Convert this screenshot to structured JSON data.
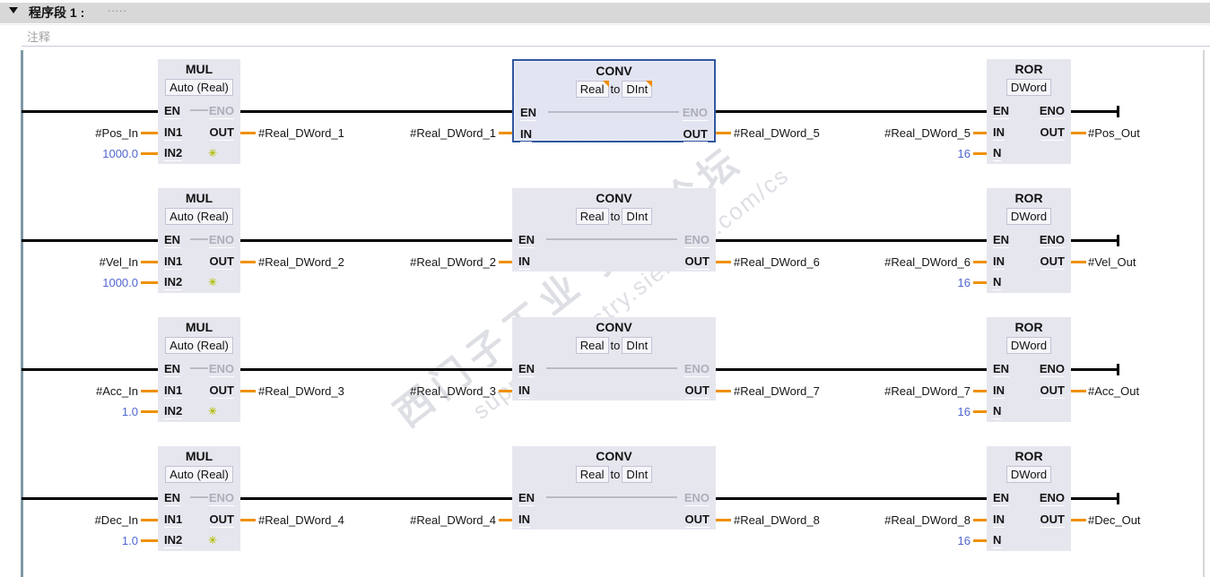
{
  "header": {
    "collapse_icon": "triangle-down",
    "title": "程序段 1 :",
    "title_placeholder": ".....",
    "comment": "注释"
  },
  "icons": {
    "add_input": "✳"
  },
  "blocks": {
    "mul": {
      "title": "MUL",
      "subtitle": "Auto (Real)",
      "pins": {
        "en": "EN",
        "eno": "ENO",
        "in1": "IN1",
        "in2": "IN2",
        "out": "OUT"
      }
    },
    "conv": {
      "title": "CONV",
      "type_from": "Real",
      "type_sep": "to",
      "type_to": "DInt",
      "pins": {
        "en": "EN",
        "eno": "ENO",
        "in": "IN",
        "out": "OUT"
      }
    },
    "ror": {
      "title": "ROR",
      "subtitle": "DWord",
      "pins": {
        "en": "EN",
        "eno": "ENO",
        "in": "IN",
        "out": "OUT",
        "n": "N"
      }
    }
  },
  "rows": [
    {
      "in1": "#Pos_In",
      "in2": "1000.0",
      "mul_out": "#Real_DWord_1",
      "conv_in": "#Real_DWord_1",
      "conv_out": "#Real_DWord_5",
      "ror_in": "#Real_DWord_5",
      "n": "16",
      "ror_out": "#Pos_Out",
      "conv_selected": true
    },
    {
      "in1": "#Vel_In",
      "in2": "1000.0",
      "mul_out": "#Real_DWord_2",
      "conv_in": "#Real_DWord_2",
      "conv_out": "#Real_DWord_6",
      "ror_in": "#Real_DWord_6",
      "n": "16",
      "ror_out": "#Vel_Out",
      "conv_selected": false
    },
    {
      "in1": "#Acc_In",
      "in2": "1.0",
      "mul_out": "#Real_DWord_3",
      "conv_in": "#Real_DWord_3",
      "conv_out": "#Real_DWord_7",
      "ror_in": "#Real_DWord_7",
      "n": "16",
      "ror_out": "#Acc_Out",
      "conv_selected": false
    },
    {
      "in1": "#Dec_In",
      "in2": "1.0",
      "mul_out": "#Real_DWord_4",
      "conv_in": "#Real_DWord_4",
      "conv_out": "#Real_DWord_8",
      "ror_in": "#Real_DWord_8",
      "n": "16",
      "ror_out": "#Dec_Out",
      "conv_selected": false
    }
  ],
  "watermark": {
    "line1": "西门子工业 技术论坛",
    "line2": "support.industry.siemens.com/cs"
  },
  "colors": {
    "wire_orange": "#EF9000",
    "constant_blue": "#5066D0",
    "selection_blue": "#30569E",
    "block_bg": "#E6E6EF",
    "rail_black": "#000000",
    "left_bar": "#7F99A6",
    "header_bar": "#D8D8D8",
    "add_input_green": "#9FB400"
  }
}
